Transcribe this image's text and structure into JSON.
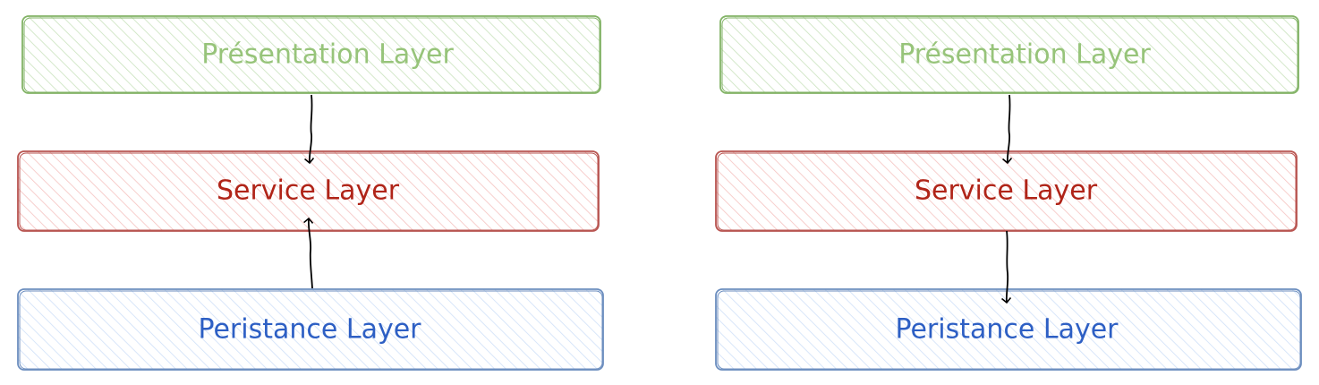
{
  "colors": {
    "presentation": {
      "stroke": "#82b366",
      "fill": "#d5e8d4",
      "text": "#97c47a"
    },
    "service": {
      "stroke": "#b85450",
      "fill": "#f8cecc",
      "text": "#b02418"
    },
    "persistence": {
      "stroke": "#6c8ebf",
      "fill": "#dae8fc",
      "text": "#2d5fc4"
    },
    "arrow": "#000000"
  },
  "diagrams": [
    {
      "presentation_label": "Présentation Layer",
      "service_label": "Service Layer",
      "persistence_label": "Peristance Layer",
      "arrows": [
        "presentation-to-service",
        "persistence-to-service"
      ]
    },
    {
      "presentation_label": "Présentation Layer",
      "service_label": "Service Layer",
      "persistence_label": "Peristance Layer",
      "arrows": [
        "presentation-to-service",
        "service-to-persistence"
      ]
    }
  ]
}
